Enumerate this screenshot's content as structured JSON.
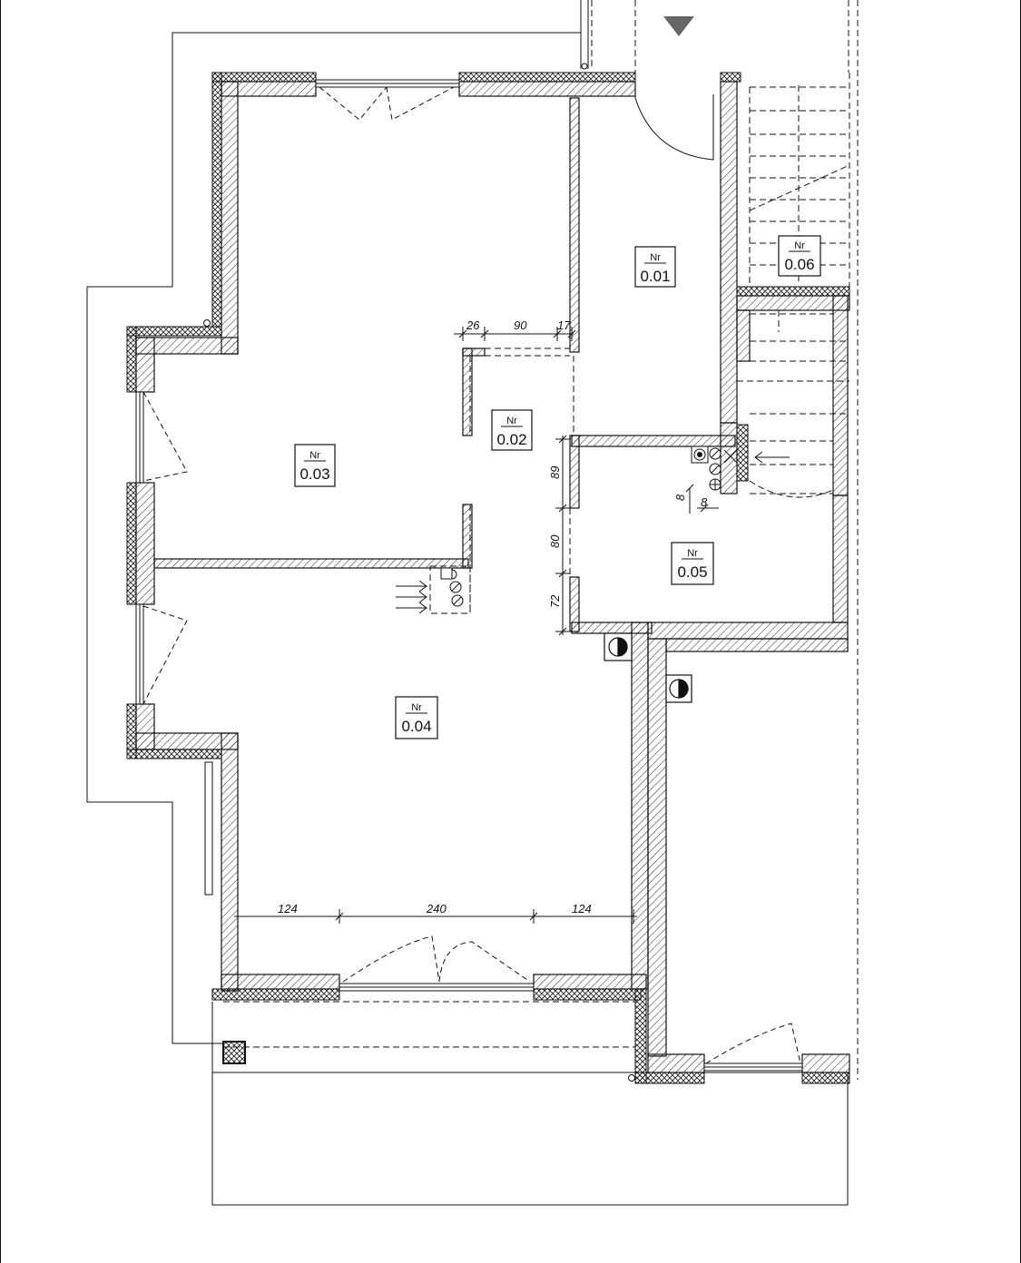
{
  "rooms": [
    {
      "id": "r001",
      "tag": "Nr",
      "number": "0.01"
    },
    {
      "id": "r002",
      "tag": "Nr",
      "number": "0.02"
    },
    {
      "id": "r003",
      "tag": "Nr",
      "number": "0.03"
    },
    {
      "id": "r004",
      "tag": "Nr",
      "number": "0.04"
    },
    {
      "id": "r005",
      "tag": "Nr",
      "number": "0.05"
    },
    {
      "id": "r006",
      "tag": "Nr",
      "number": "0.06"
    }
  ],
  "dimensions": {
    "top_a": "26",
    "top_b": "90",
    "top_c": "17",
    "vert_a": "89",
    "vert_b": "80",
    "vert_c": "72",
    "shaft_a": "8",
    "shaft_b": "8",
    "bottom_a": "124",
    "bottom_b": "240",
    "bottom_c": "124"
  },
  "colors": {
    "line": "#111111",
    "hatch": "#222222",
    "background": "#ffffff"
  }
}
